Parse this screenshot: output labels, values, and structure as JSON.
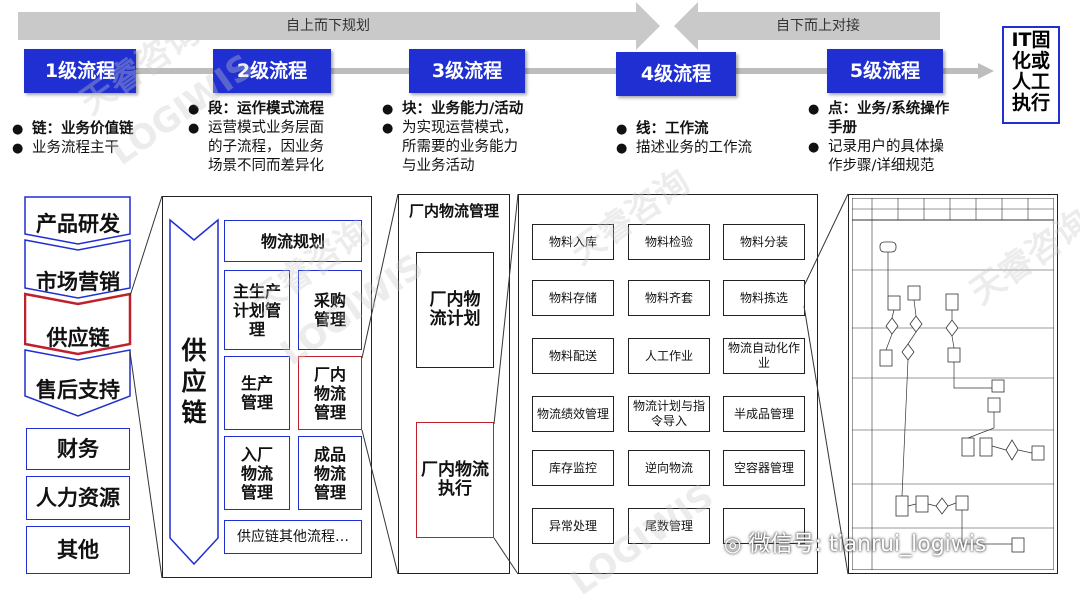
{
  "top": {
    "left_arrow_label": "自上而下规划",
    "right_arrow_label": "自下而上对接"
  },
  "levels": [
    "1级流程",
    "2级流程",
    "3级流程",
    "4级流程",
    "5级流程"
  ],
  "it_box": [
    "IT固",
    "化或",
    "人工",
    "执行"
  ],
  "bullets": {
    "l1": [
      {
        "bold": "链：业务价值链",
        "text": ""
      },
      {
        "bold": "",
        "text": "业务流程主干"
      }
    ],
    "l2": [
      {
        "bold": "段：运作模式流程",
        "text": ""
      },
      {
        "bold": "",
        "text": "运营模式业务层面的子流程，因业务场景不同而差异化"
      }
    ],
    "l3": [
      {
        "bold": "块：业务能力/活动",
        "text": ""
      },
      {
        "bold": "",
        "text": "为实现运营模式，所需要的业务能力与业务活动"
      }
    ],
    "l4": [
      {
        "bold": "线：工作流",
        "text": ""
      },
      {
        "bold": "",
        "text": "描述业务的工作流"
      }
    ],
    "l5": [
      {
        "bold": "点：业务/系统操作手册",
        "text": ""
      },
      {
        "bold": "",
        "text": "记录用户的具体操作步骤/详细规范"
      }
    ]
  },
  "l2_lines": {
    "a": [
      "运营模式业务层面",
      "的子流程，因业务",
      "场景不同而差异化"
    ],
    "b": [
      "为实现运营模式，",
      "所需要的业务能力",
      "与业务活动"
    ],
    "c": [
      "记录用户的具体操",
      "作步骤/详细规范"
    ],
    "d": [
      "点：业务/系统操作",
      "手册"
    ]
  },
  "left_chevrons": [
    "产品研发",
    "市场营销",
    "供应链",
    "售后支持"
  ],
  "left_boxes": [
    "财务",
    "人力资源",
    "其他"
  ],
  "supply_chain": {
    "vertical_label": [
      "供",
      "应",
      "链"
    ],
    "planning": "物流规划",
    "cells": [
      {
        "lines": [
          "主生产",
          "计划管",
          "理"
        ]
      },
      {
        "lines": [
          "采购",
          "管理"
        ]
      },
      {
        "lines": [
          "生产",
          "管理"
        ]
      },
      {
        "lines": [
          "厂内",
          "物流",
          "管理"
        ]
      },
      {
        "lines": [
          "入厂",
          "物流",
          "管理"
        ]
      },
      {
        "lines": [
          "成品",
          "物流",
          "管理"
        ]
      }
    ],
    "other": "供应链其他流程…"
  },
  "inplant": {
    "title": "厂内物流管理",
    "plan": [
      "厂内物",
      "流计划"
    ],
    "exec": [
      "厂内物流",
      "执行"
    ]
  },
  "activities": [
    [
      "物料入库",
      "物料检验",
      "物料分装"
    ],
    [
      "物料存储",
      "物料齐套",
      "物料拣选"
    ],
    [
      "物料配送",
      "人工作业",
      "物流自动化作业"
    ],
    [
      "物流绩效管理",
      "物流计划与指令导入",
      "半成品管理"
    ],
    [
      "库存监控",
      "逆向物流",
      "空容器管理"
    ],
    [
      "异常处理",
      "尾数管理",
      ""
    ]
  ],
  "watermark": {
    "cn": "天睿咨询",
    "en": "LOGIWIS",
    "wechat": "微信号: tianrui_logiwis"
  },
  "colors": {
    "accent_blue": "#1f2fd1",
    "highlight_red": "#c0202b",
    "arrow_gray": "#c9c9c9"
  }
}
